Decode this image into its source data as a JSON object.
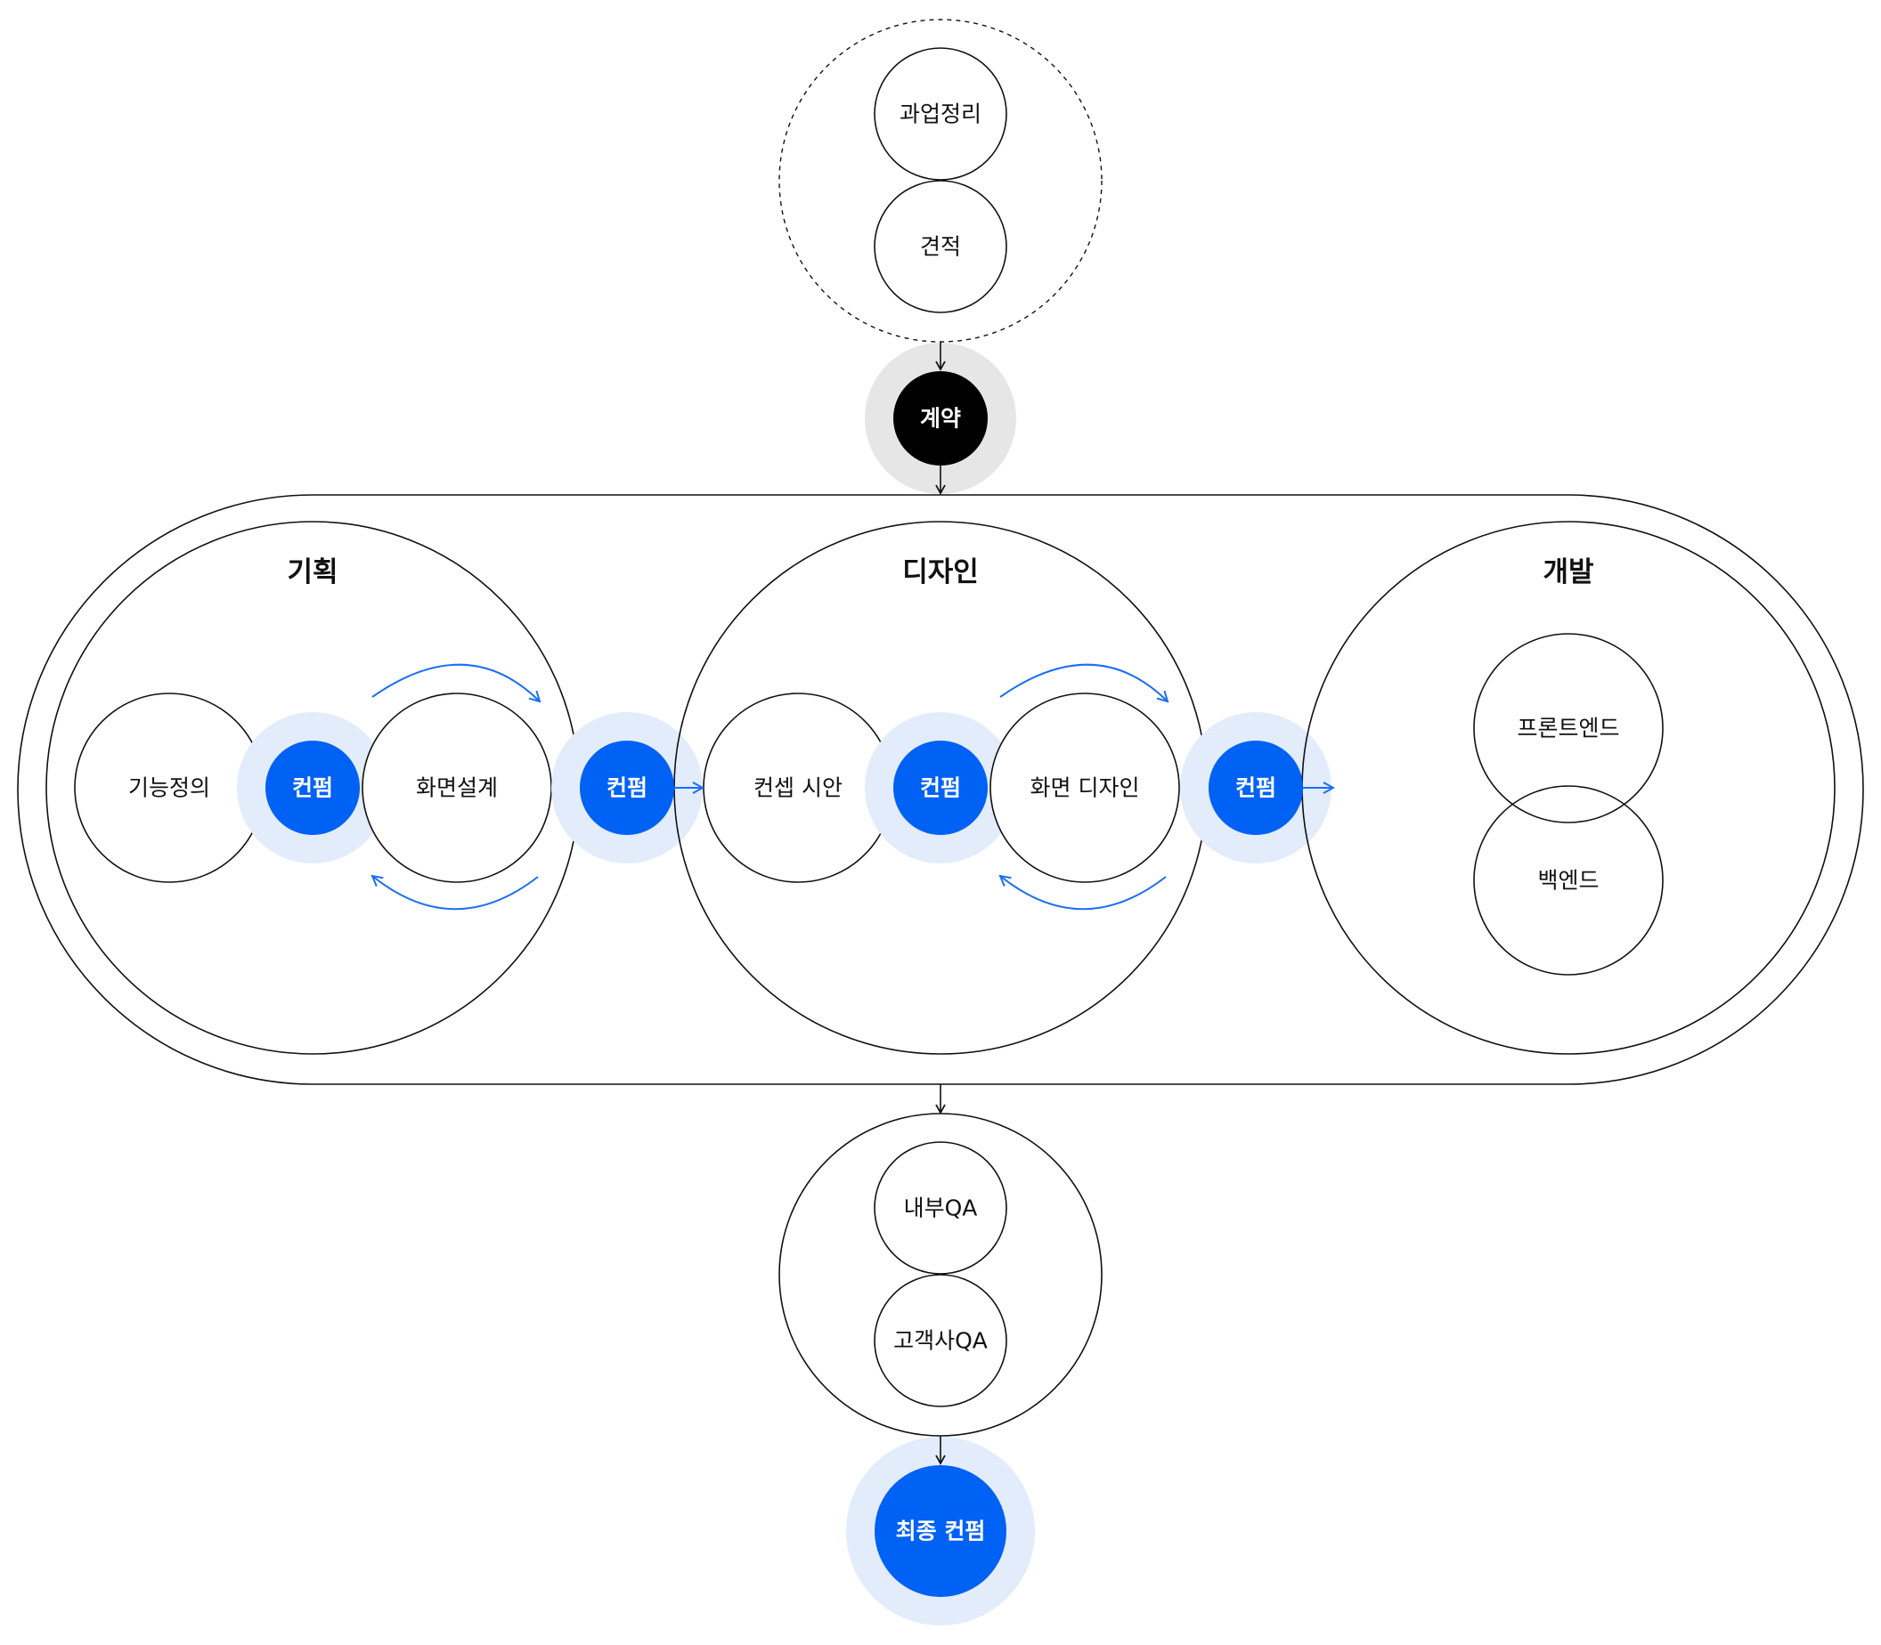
{
  "colors": {
    "accent": "#0061f5",
    "accent_halo": "#e3ecfb",
    "contract_fill": "#000000",
    "contract_halo": "#e6e6e6",
    "line": "#111111"
  },
  "pre_contract": {
    "items": [
      "과업정리",
      "견적"
    ]
  },
  "contract": {
    "label": "계약"
  },
  "phases": {
    "planning": {
      "title": "기획",
      "items": [
        "기능정의",
        "화면설계"
      ],
      "confirm": "컨펌"
    },
    "design": {
      "title": "디자인",
      "items": [
        "컨셉 시안",
        "화면 디자인"
      ],
      "confirm": "컨펌"
    },
    "development": {
      "title": "개발",
      "items": [
        "프론트엔드",
        "백엔드"
      ]
    }
  },
  "transitions": {
    "planning_to_design": "컨펌",
    "design_to_development": "컨펌"
  },
  "qa": {
    "items": [
      "내부QA",
      "고객사QA"
    ]
  },
  "final": {
    "label": "최종 컨펌"
  }
}
